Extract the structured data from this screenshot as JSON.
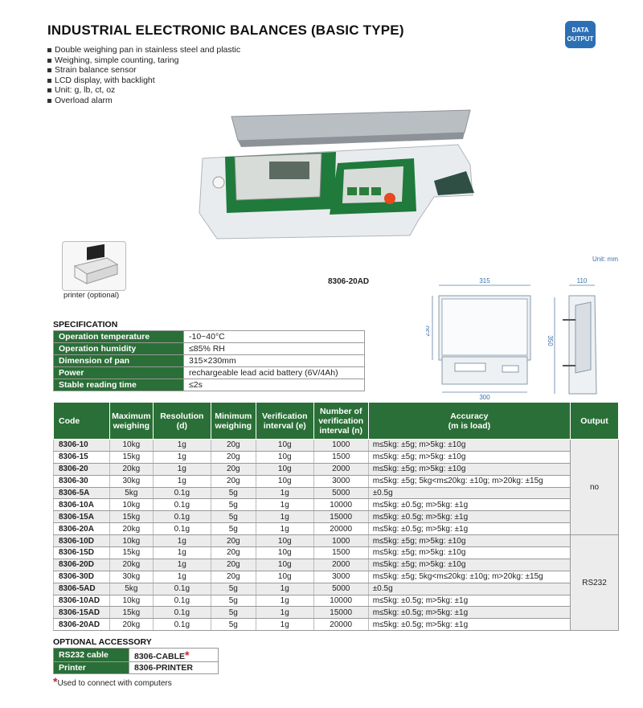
{
  "header": {
    "title": "INDUSTRIAL ELECTRONIC BALANCES (BASIC TYPE)",
    "badge_line1": "DATA",
    "badge_line2": "OUTPUT"
  },
  "features": [
    "Double weighing pan in stainless steel and plastic",
    "Weighing, simple counting, taring",
    "Strain balance sensor",
    "LCD display, with backlight",
    "Unit: g, lb, ct, oz",
    "Overload alarm"
  ],
  "images": {
    "printer_label_bold": "printer (optional)",
    "model_label": "8306-20AD",
    "unit_label": "Unit: mm",
    "dim_width": "315",
    "dim_depth": "230",
    "dim_base": "300",
    "dim_side_top": "110",
    "dim_height": "350"
  },
  "specification": {
    "heading": "SPECIFICATION",
    "rows": [
      {
        "k": "Operation temperature",
        "v": "-10~40°C"
      },
      {
        "k": "Operation humidity",
        "v": "≤85% RH"
      },
      {
        "k": "Dimension of pan",
        "v": "315×230mm"
      },
      {
        "k": "Power",
        "v": "rechargeable lead acid battery (6V/4Ah)"
      },
      {
        "k": "Stable reading time",
        "v": "≤2s"
      }
    ]
  },
  "main_table": {
    "headers": {
      "code": "Code",
      "max_l1": "Maximum",
      "max_l2": "weighing",
      "res": "Resolution (d)",
      "min_l1": "Minimum",
      "min_l2": "weighing",
      "ver_l1": "Verification",
      "ver_l2": "interval (e)",
      "num_l1": "Number of",
      "num_l2": "verification",
      "num_l3": "interval (n)",
      "acc_l1": "Accuracy",
      "acc_l2": "(m is load)",
      "out": "Output"
    },
    "rows": [
      [
        "8306-10",
        "10kg",
        "1g",
        "20g",
        "10g",
        "1000",
        "m≤5kg: ±5g; m>5kg: ±10g"
      ],
      [
        "8306-15",
        "15kg",
        "1g",
        "20g",
        "10g",
        "1500",
        "m≤5kg: ±5g; m>5kg: ±10g"
      ],
      [
        "8306-20",
        "20kg",
        "1g",
        "20g",
        "10g",
        "2000",
        "m≤5kg: ±5g; m>5kg: ±10g"
      ],
      [
        "8306-30",
        "30kg",
        "1g",
        "20g",
        "10g",
        "3000",
        "m≤5kg: ±5g; 5kg<m≤20kg: ±10g; m>20kg: ±15g"
      ],
      [
        "8306-5A",
        "5kg",
        "0.1g",
        "5g",
        "1g",
        "5000",
        "±0.5g"
      ],
      [
        "8306-10A",
        "10kg",
        "0.1g",
        "5g",
        "1g",
        "10000",
        "m≤5kg: ±0.5g; m>5kg: ±1g"
      ],
      [
        "8306-15A",
        "15kg",
        "0.1g",
        "5g",
        "1g",
        "15000",
        "m≤5kg: ±0.5g; m>5kg: ±1g"
      ],
      [
        "8306-20A",
        "20kg",
        "0.1g",
        "5g",
        "1g",
        "20000",
        "m≤5kg: ±0.5g; m>5kg: ±1g"
      ],
      [
        "8306-10D",
        "10kg",
        "1g",
        "20g",
        "10g",
        "1000",
        "m≤5kg: ±5g; m>5kg: ±10g"
      ],
      [
        "8306-15D",
        "15kg",
        "1g",
        "20g",
        "10g",
        "1500",
        "m≤5kg: ±5g; m>5kg: ±10g"
      ],
      [
        "8306-20D",
        "20kg",
        "1g",
        "20g",
        "10g",
        "2000",
        "m≤5kg: ±5g; m>5kg: ±10g"
      ],
      [
        "8306-30D",
        "30kg",
        "1g",
        "20g",
        "10g",
        "3000",
        "m≤5kg: ±5g; 5kg<m≤20kg: ±10g; m>20kg: ±15g"
      ],
      [
        "8306-5AD",
        "5kg",
        "0.1g",
        "5g",
        "1g",
        "5000",
        "±0.5g"
      ],
      [
        "8306-10AD",
        "10kg",
        "0.1g",
        "5g",
        "1g",
        "10000",
        "m≤5kg: ±0.5g; m>5kg: ±1g"
      ],
      [
        "8306-15AD",
        "15kg",
        "0.1g",
        "5g",
        "1g",
        "15000",
        "m≤5kg: ±0.5g; m>5kg: ±1g"
      ],
      [
        "8306-20AD",
        "20kg",
        "0.1g",
        "5g",
        "1g",
        "20000",
        "m≤5kg: ±0.5g; m>5kg: ±1g"
      ]
    ],
    "output_groups": [
      "no",
      "RS232"
    ]
  },
  "accessory": {
    "heading": "OPTIONAL ACCESSORY",
    "rows": [
      {
        "k": "RS232 cable",
        "v": "8306-CABLE"
      },
      {
        "k": "Printer",
        "v": "8306-PRINTER"
      }
    ],
    "star": "*",
    "footnote": "Used to connect with computers"
  },
  "colors": {
    "green": "#2a6f37",
    "blue_badge": "#2c6fb5",
    "alt_row": "#ececec"
  }
}
